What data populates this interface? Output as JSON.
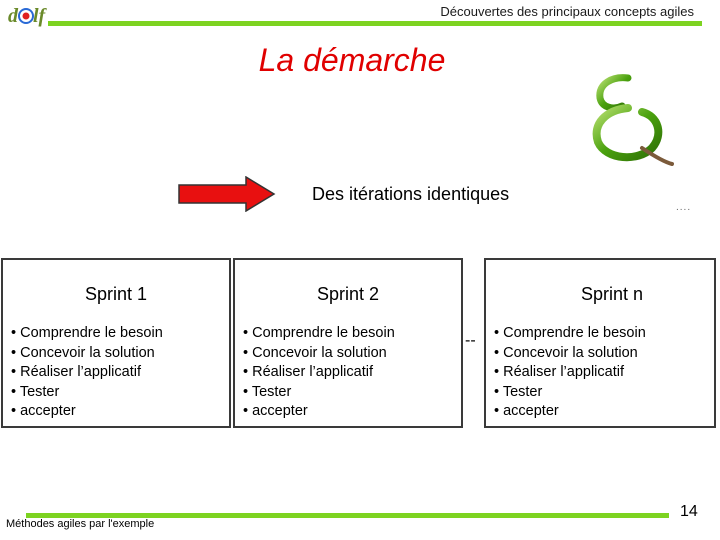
{
  "header": {
    "logo_text": "delf",
    "title": "Découvertes des principaux concepts agiles"
  },
  "slide": {
    "title": "La démarche",
    "iterations_label": "Des itérations identiques",
    "dots_label": "....",
    "separator": "--"
  },
  "sprints": [
    {
      "title": "Sprint 1",
      "tasks": [
        "• Comprendre le besoin",
        "• Concevoir la solution",
        "• Réaliser l’applicatif",
        "• Tester",
        "• accepter"
      ]
    },
    {
      "title": "Sprint 2",
      "tasks": [
        "• Comprendre le besoin",
        "• Concevoir la solution",
        "• Réaliser l’applicatif",
        "• Tester",
        "• accepter"
      ]
    },
    {
      "title": "Sprint n",
      "tasks": [
        "• Comprendre le besoin",
        "• Concevoir la solution",
        "• Réaliser l’applicatif",
        "• Tester",
        "• accepter"
      ]
    }
  ],
  "footer": {
    "text": "Méthodes agiles par l'exemple",
    "page_number": "14"
  },
  "colors": {
    "accent_green": "#7dd321",
    "title_red": "#e00000",
    "arrow_red": "#e81010"
  },
  "icons": {
    "logo": "delf-logo-icon",
    "spiral": "spiral-icon",
    "arrow": "right-arrow-icon"
  }
}
